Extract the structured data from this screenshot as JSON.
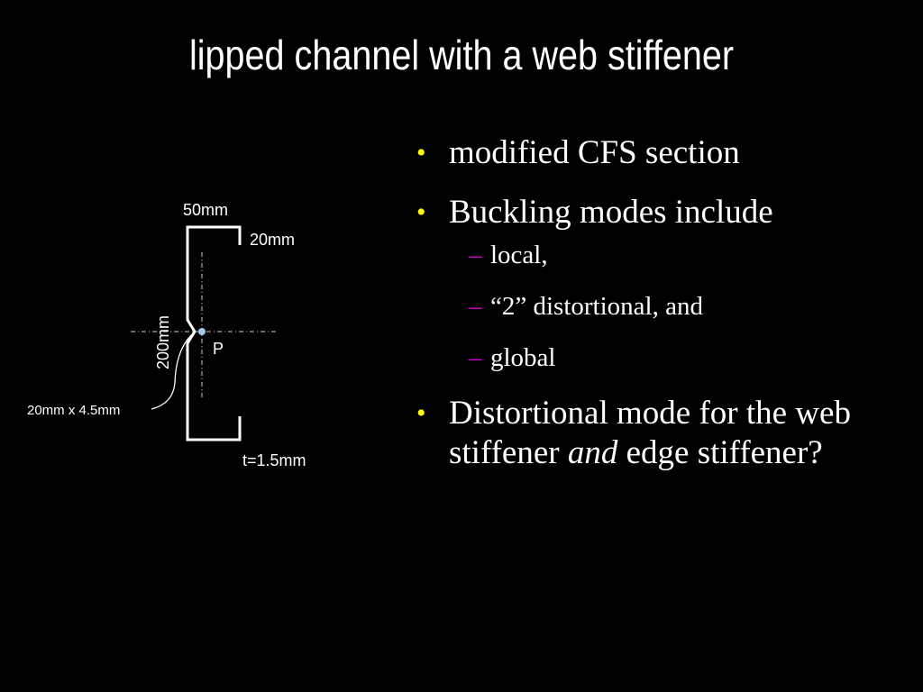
{
  "slide": {
    "title": "lipped channel with a web stiffener"
  },
  "diagram": {
    "flange_width": "50mm",
    "lip_length": "20mm",
    "web_depth": "200mm",
    "point_label": "P",
    "stiffener_size": "20mm x 4.5mm",
    "thickness": "t=1.5mm"
  },
  "bullets": {
    "item1": "modified CFS section",
    "item2": "Buckling modes include",
    "sub1": "local,",
    "sub2": "“2” distortional, and",
    "sub3": "global",
    "item3_part1": "Distortional mode for the web stiffener ",
    "item3_em": "and",
    "item3_part2": " edge stiffener?"
  },
  "colors": {
    "background": "#000000",
    "text": "#ffffff",
    "bullet": "#ffff00",
    "dash": "#cc00cc",
    "point": "#a8c8e8"
  }
}
